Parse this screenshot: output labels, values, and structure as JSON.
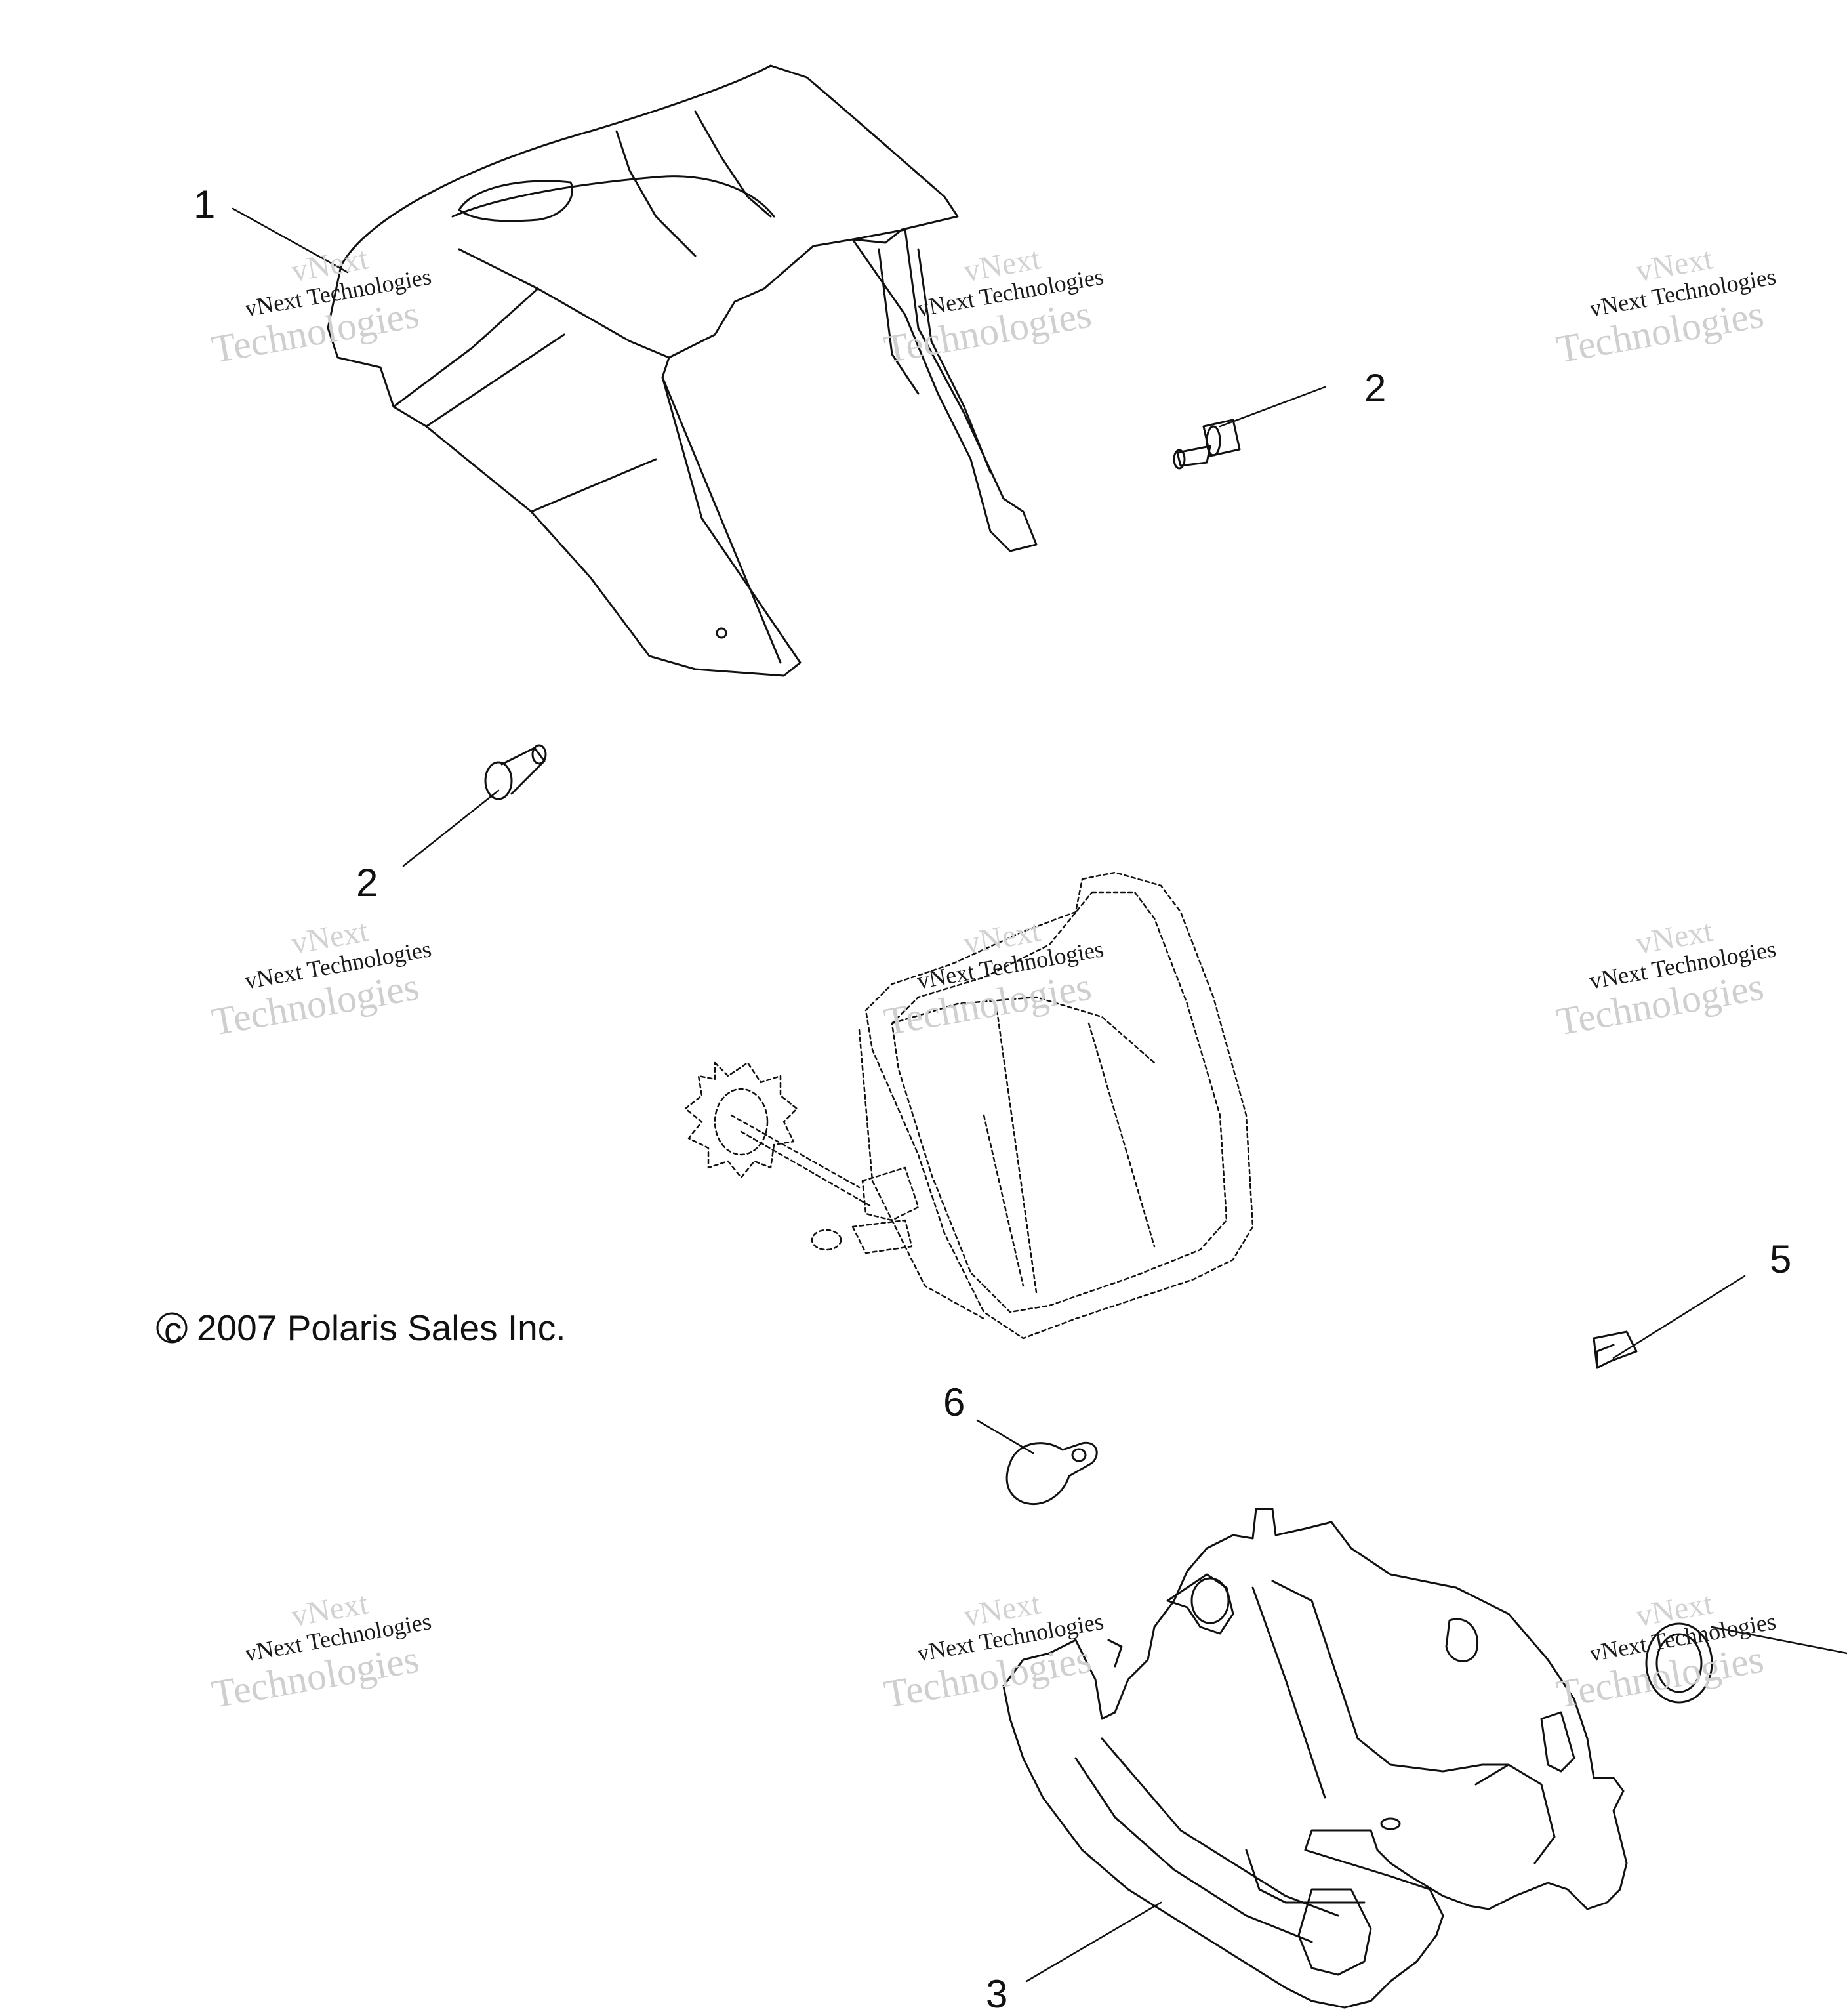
{
  "diagram": {
    "callouts": [
      {
        "id": "c1",
        "label": "1"
      },
      {
        "id": "c2a",
        "label": "2"
      },
      {
        "id": "c2b",
        "label": "2"
      },
      {
        "id": "c3",
        "label": "3"
      },
      {
        "id": "c5",
        "label": "5"
      },
      {
        "id": "c6",
        "label": "6"
      }
    ],
    "copyright": "2007 Polaris Sales Inc.",
    "copyright_symbol": "c",
    "watermark": {
      "line_small": "vNext Technologies",
      "line_top": "vNext",
      "line_big": "Technologies"
    }
  }
}
